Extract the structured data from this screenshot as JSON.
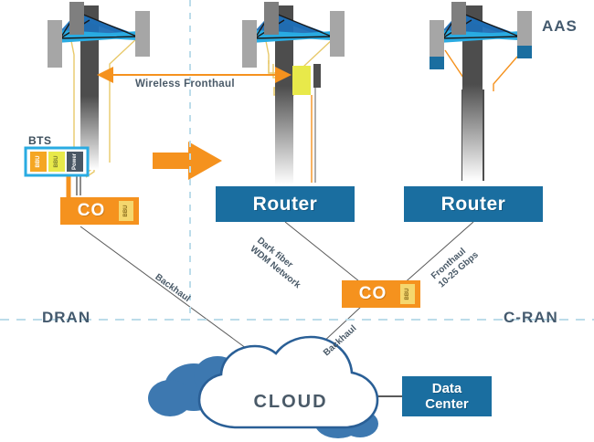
{
  "diagram": {
    "title_regions": {
      "left": "DRAN",
      "right": "C-RAN"
    },
    "aas_label": "AAS",
    "bts": {
      "label": "BTS",
      "modules": [
        {
          "name": "BBU",
          "color": "#f5a623"
        },
        {
          "name": "BBU",
          "color": "#e8e94a"
        },
        {
          "name": "Power",
          "color": "#4a5764"
        }
      ],
      "border_color": "#29abe2"
    },
    "co_left": {
      "label": "CO",
      "module": "BBU",
      "color": "#f5921e"
    },
    "co_right": {
      "label": "CO",
      "module": "BBU",
      "color": "#f5921e"
    },
    "routers": [
      {
        "label": "Router",
        "color": "#1a6ea0"
      },
      {
        "label": "Router",
        "color": "#1a6ea0"
      }
    ],
    "cloud": {
      "label": "CLOUD",
      "outline_color": "#2a5f96",
      "fill_color": "#3d78b0"
    },
    "data_center": {
      "label_line1": "Data",
      "label_line2": "Center",
      "color": "#1a6ea0"
    },
    "links": {
      "wireless_fronthaul": "Wireless Fronthaul",
      "dark_fiber_line1": "Dark fiber",
      "dark_fiber_line2": "WDM Network",
      "fronthaul_line1": "Fronthaul",
      "fronthaul_line2": "10-25 Gbps",
      "backhaul_left": "Backhaul",
      "backhaul_right": "Backhaul"
    },
    "arrow": {
      "name": "transition-arrow",
      "color": "#f5921e"
    },
    "dividers": {
      "color": "#bcdcea"
    },
    "colors": {
      "mast": "#4d4d4d",
      "antenna_panel": "#a6a6a6",
      "beam_dark_blue": "#1f6eb5",
      "beam_light_blue": "#29abe2",
      "cable_yellow": "#e8c96a",
      "cable_orange": "#f5921e",
      "text_slate": "#4a5a68"
    }
  }
}
